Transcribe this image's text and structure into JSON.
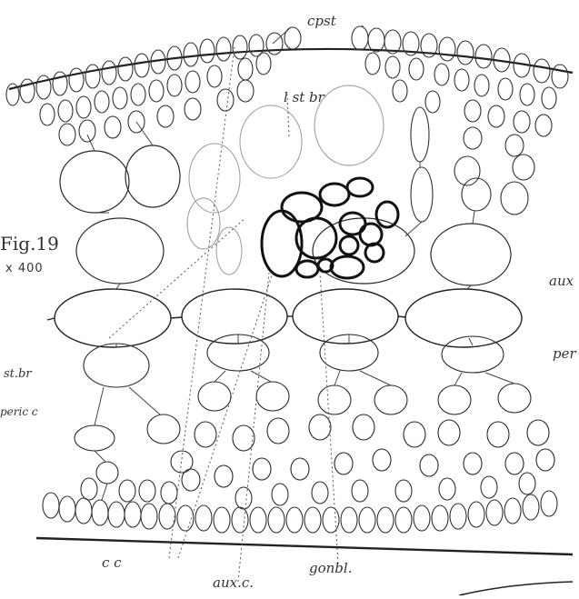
{
  "figure": {
    "number": "Fig.19",
    "magnification": "x 400"
  },
  "labels": {
    "cpst": "cpst",
    "l_st_br": "l st br",
    "aux_right": "aux",
    "peri_right": "per",
    "st_br": "st.br",
    "peric_c": "peric c",
    "cc": "c c",
    "aux_c": "aux.c.",
    "gonbl": "gonbl."
  },
  "colors": {
    "ink": "#2a2a2a",
    "faint_ink": "#9a9a9a",
    "bold_ink": "#111111",
    "paper": "#ffffff"
  }
}
